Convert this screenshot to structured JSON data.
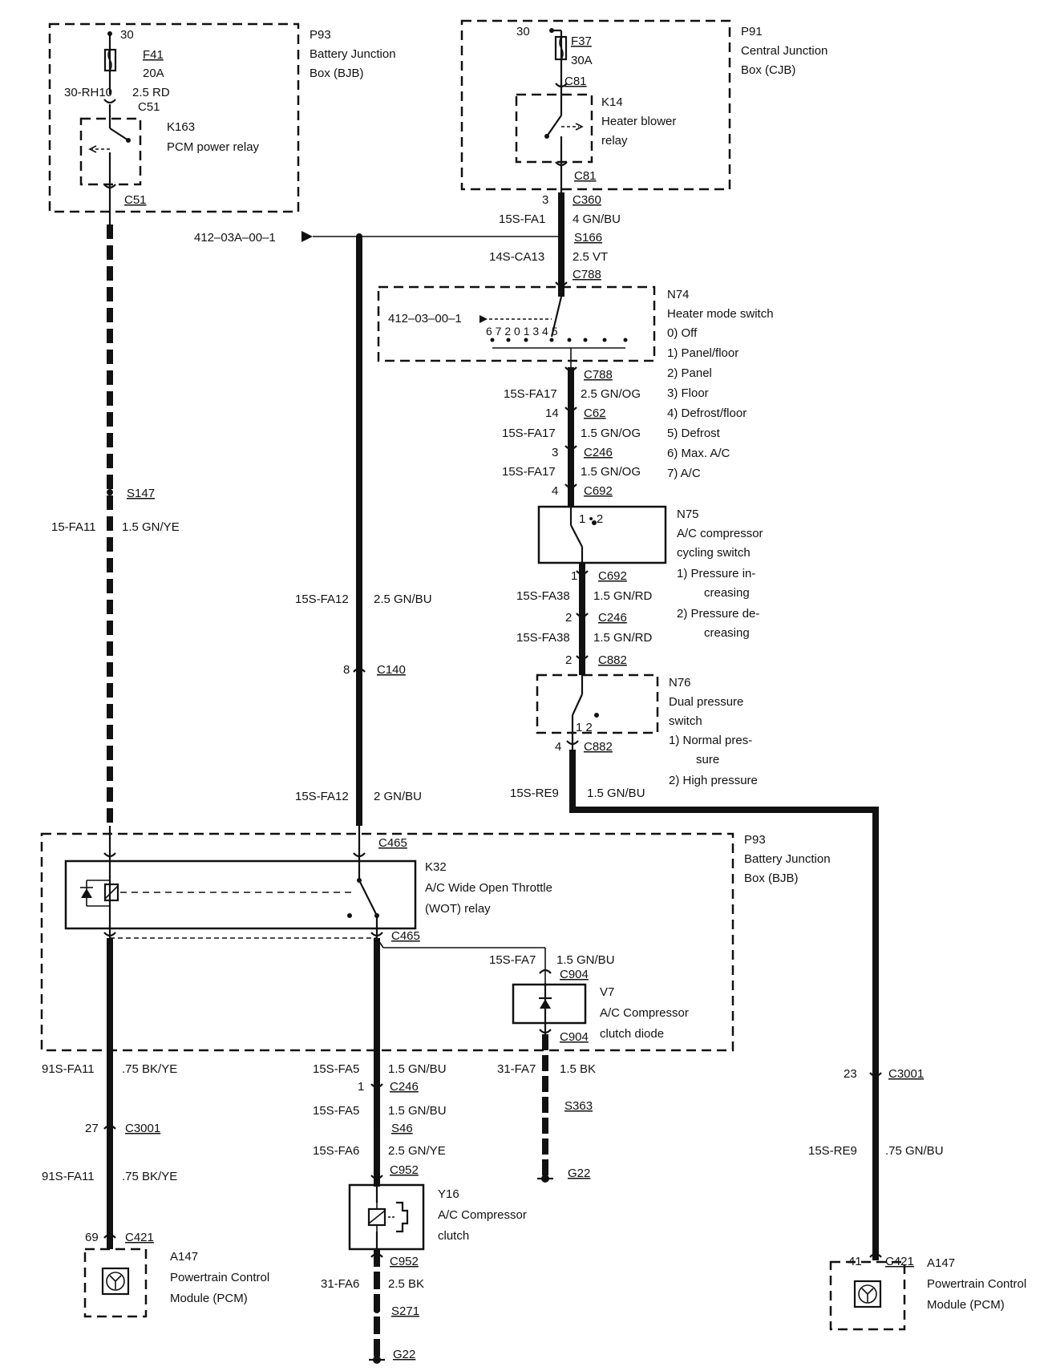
{
  "p93_top": {
    "num": "30",
    "fuse": "F41",
    "fuse_amp": "20A",
    "wire": "30-RH10",
    "wire_size": "2.5 RD",
    "conn_a": "C51",
    "relay": "K163",
    "relay_desc": "PCM power relay",
    "conn_b": "C51",
    "box_id": "P93",
    "box_line1": "Battery Junction",
    "box_line2": "Box (BJB)"
  },
  "p91": {
    "num": "30",
    "fuse": "F37",
    "fuse_amp": "30A",
    "conn_a": "C81",
    "relay": "K14",
    "relay_line1": "Heater blower",
    "relay_line2": "relay",
    "conn_b": "C81",
    "box_id": "P91",
    "box_line1": "Central Junction",
    "box_line2": "Box (CJB)"
  },
  "mid": {
    "pin3": "3",
    "c360": "C360",
    "w_fa1": "15S-FA1",
    "w_fa1_size": "4 GN/BU",
    "ref1": "412–03A–00–1",
    "s166": "S166",
    "w_ca13": "14S-CA13",
    "w_ca13_size": "2.5 VT",
    "c788": "C788"
  },
  "n74": {
    "id": "N74",
    "name": "Heater mode switch",
    "ref": "412–03–00–1",
    "positions": "6  7  2  0  1  3  4  5",
    "legend": [
      "0)    Off",
      "1)    Panel/floor",
      "2)    Panel",
      "3)    Floor",
      "4)    Defrost/floor",
      "5)    Defrost",
      "6)    Max. A/C",
      "7)    A/C"
    ]
  },
  "chain1": {
    "c788": "C788",
    "w1": "15S-FA17",
    "s1": "2.5 GN/OG",
    "p14": "14",
    "c62": "C62",
    "w2": "15S-FA17",
    "s2": "1.5 GN/OG",
    "p3": "3",
    "c246": "C246",
    "w3": "15S-FA17",
    "s3": "1.5 GN/OG",
    "p4": "4",
    "c692": "C692"
  },
  "n75": {
    "id": "N75",
    "line1": "A/C compressor",
    "line2": "cycling switch",
    "pos": "1  •  2",
    "l1a": "1)     Pressure in-",
    "l1b": "creasing",
    "l2a": "2)     Pressure de-",
    "l2b": "creasing"
  },
  "chain2": {
    "p1": "1",
    "c692": "C692",
    "w1": "15S-FA38",
    "s1": "1.5 GN/RD",
    "p2": "2",
    "c246": "C246",
    "w2": "15S-FA38",
    "s2": "1.5 GN/RD",
    "p2b": "2",
    "c882": "C882"
  },
  "n76": {
    "id": "N76",
    "line1": "Dual pressure",
    "line2": "switch",
    "pos": "1  2",
    "l1a": "1)     Normal pres-",
    "l1b": "sure",
    "l2": "2)     High pressure",
    "p4": "4",
    "c882": "C882",
    "w": "15S-RE9",
    "s": "1.5 GN/BU"
  },
  "left": {
    "s147": "S147",
    "w": "15-FA11",
    "s": "1.5 GN/YE"
  },
  "center": {
    "w1": "15S-FA12",
    "s1": "2.5 GN/BU",
    "p8": "8",
    "c140": "C140",
    "w2": "15S-FA12",
    "s2": "2 GN/BU"
  },
  "p93_bottom": {
    "c465a": "C465",
    "relay": "K32",
    "line1": "A/C Wide Open Throttle",
    "line2": "(WOT) relay",
    "c465b": "C465",
    "box_id": "P93",
    "box_line1": "Battery Junction",
    "box_line2": "Box (BJB)",
    "w_fa7": "15S-FA7",
    "s_fa7": "1.5 GN/BU",
    "c904a": "C904",
    "diode": "V7",
    "diode_l1": "A/C Compressor",
    "diode_l2": "clutch diode",
    "c904b": "C904"
  },
  "bottom_left": {
    "w1": "91S-FA11",
    "s1": ".75 BK/YE",
    "p27": "27",
    "c3001": "C3001",
    "w2": "91S-FA11",
    "s2": ".75 BK/YE",
    "p69": "69",
    "c421": "C421",
    "mod": "A147",
    "mod_l1": "Powertrain Control",
    "mod_l2": "Module (PCM)"
  },
  "bottom_center": {
    "w1": "15S-FA5",
    "s1": "1.5 GN/BU",
    "p1": "1",
    "c246": "C246",
    "w2": "15S-FA5",
    "s2": "1.5 GN/BU",
    "s46": "S46",
    "w3": "15S-FA6",
    "s3": "2.5 GN/YE",
    "c952a": "C952",
    "clutch": "Y16",
    "clutch_l1": "A/C Compressor",
    "clutch_l2": "clutch",
    "c952b": "C952",
    "w4": "31-FA6",
    "s4": "2.5 BK",
    "s271": "S271",
    "g22": "G22"
  },
  "ground_mid": {
    "w": "31-FA7",
    "s": "1.5 BK",
    "s363": "S363",
    "g22": "G22"
  },
  "bottom_right": {
    "p23": "23",
    "c3001": "C3001",
    "w": "15S-RE9",
    "s": ".75 GN/BU",
    "p41": "41",
    "c421": "C421",
    "mod": "A147",
    "mod_l1": "Powertrain Control",
    "mod_l2": "Module (PCM)"
  }
}
